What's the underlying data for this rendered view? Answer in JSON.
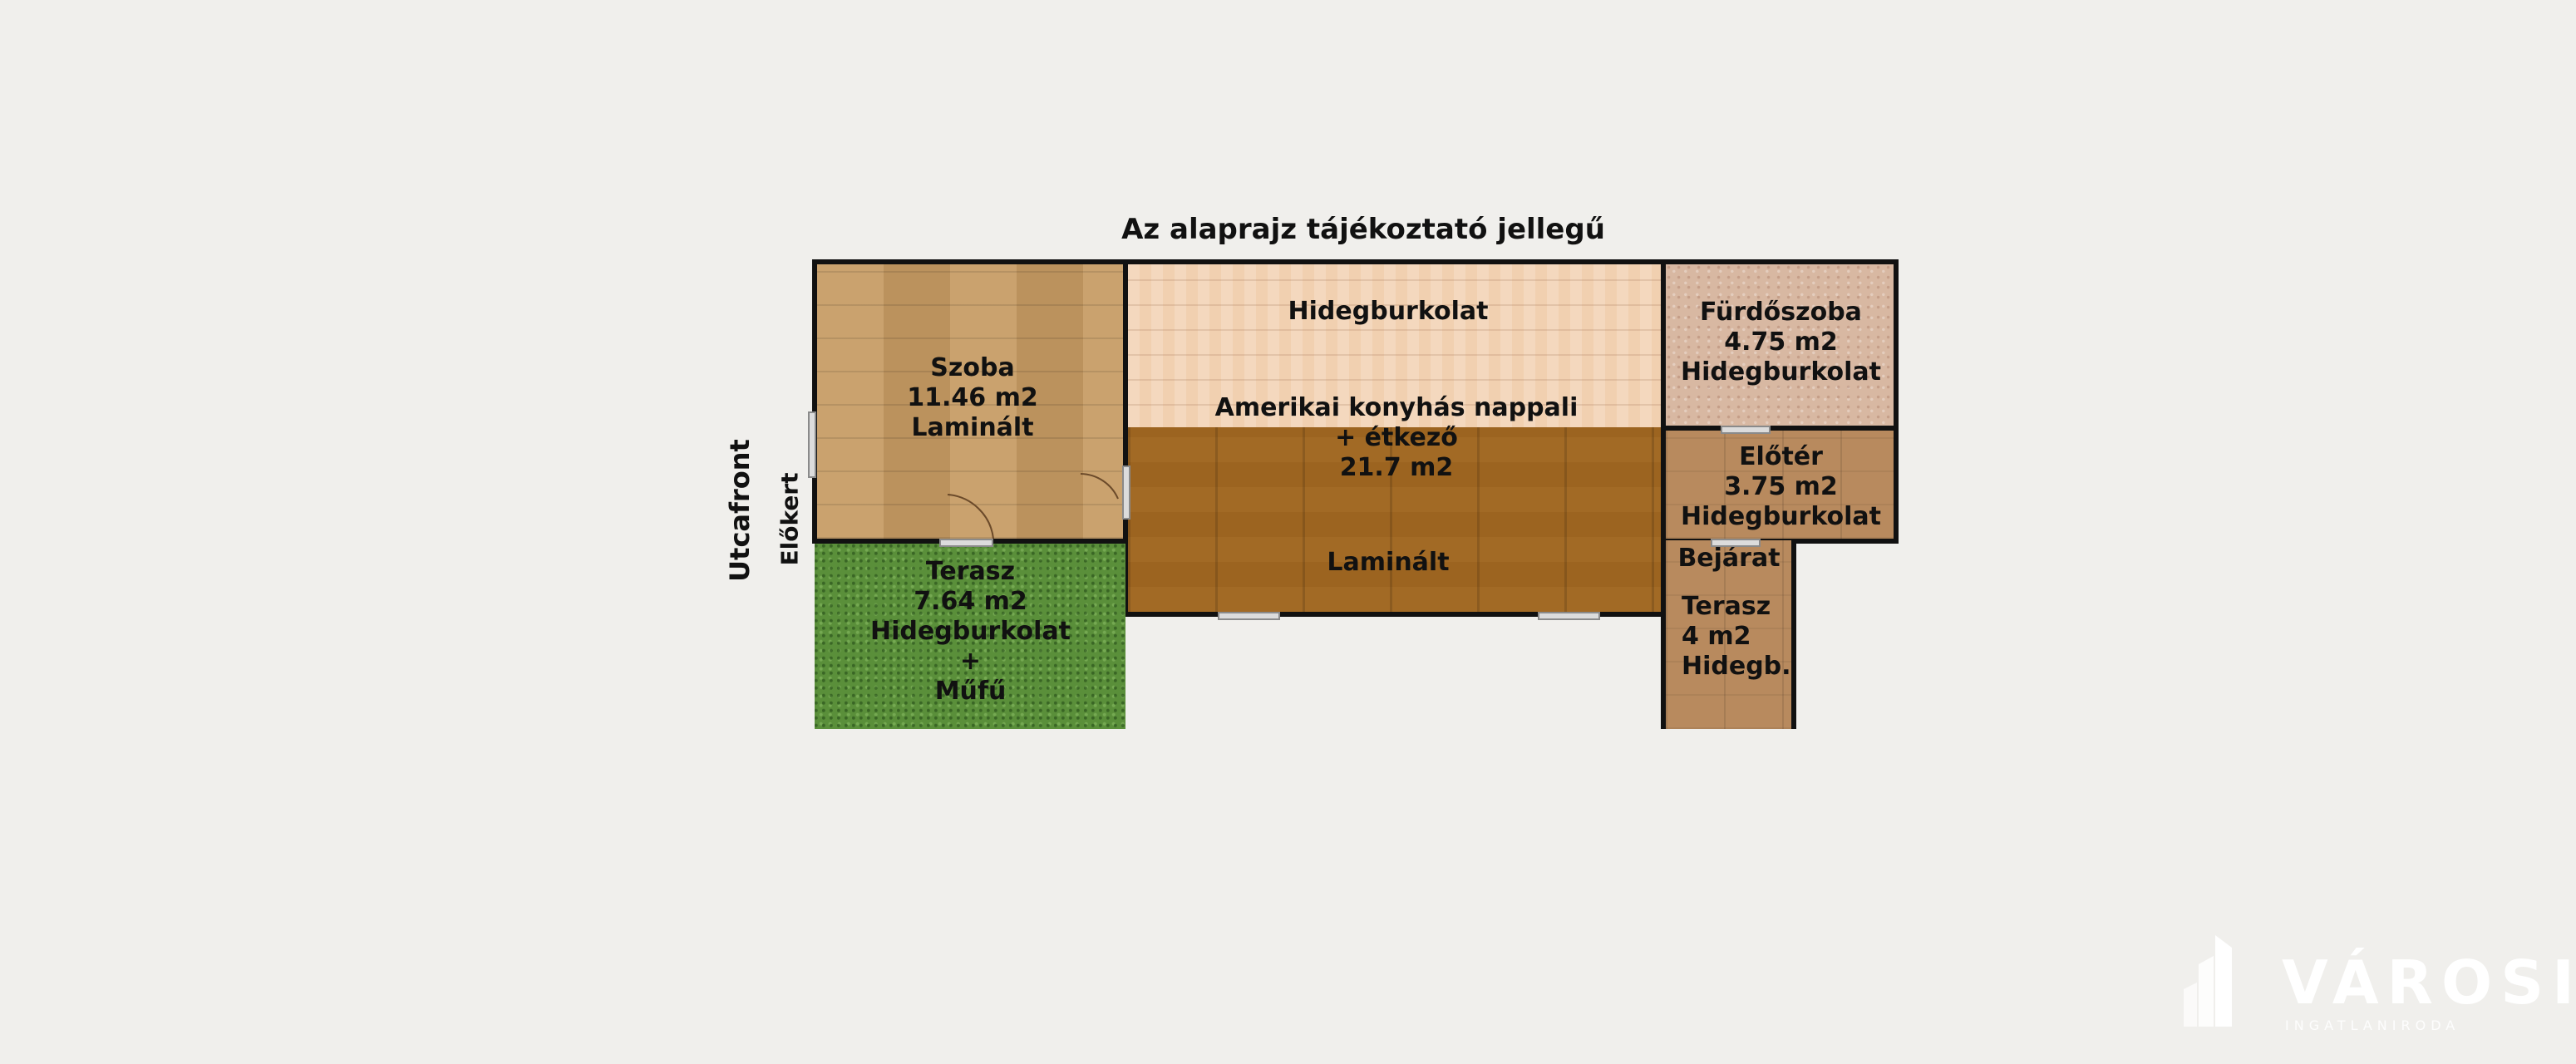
{
  "title": "Az alaprajz tájékoztató jellegű",
  "side_labels": {
    "street": "Utcafront",
    "front_garden": "Előkert"
  },
  "rooms": {
    "szoba": {
      "name": "Szoba",
      "area": "11.46 m2",
      "floor": "Laminált"
    },
    "nappali": {
      "floor_top": "Hidegburkolat",
      "name": "Amerikai konyhás nappali",
      "name2": "+ étkező",
      "area": "21.7 m2",
      "floor_bottom": "Laminált"
    },
    "furdo": {
      "name": "Fürdőszoba",
      "area": "4.75 m2",
      "floor": "Hidegburkolat"
    },
    "eloter": {
      "name": "Előtér",
      "area": "3.75 m2",
      "floor": "Hidegburkolat"
    },
    "terasz_left": {
      "name": "Terasz",
      "area": "7.64 m2",
      "floor": "Hidegburkolat",
      "plus": "+",
      "extra": "Műfű"
    },
    "bejarat": {
      "name": "Bejárat"
    },
    "terasz_right": {
      "name": "Terasz",
      "area": "4 m2",
      "floor": "Hidegb."
    }
  },
  "logo": {
    "name": "VÁROSI",
    "subtitle": "INGATLANIRODA"
  }
}
